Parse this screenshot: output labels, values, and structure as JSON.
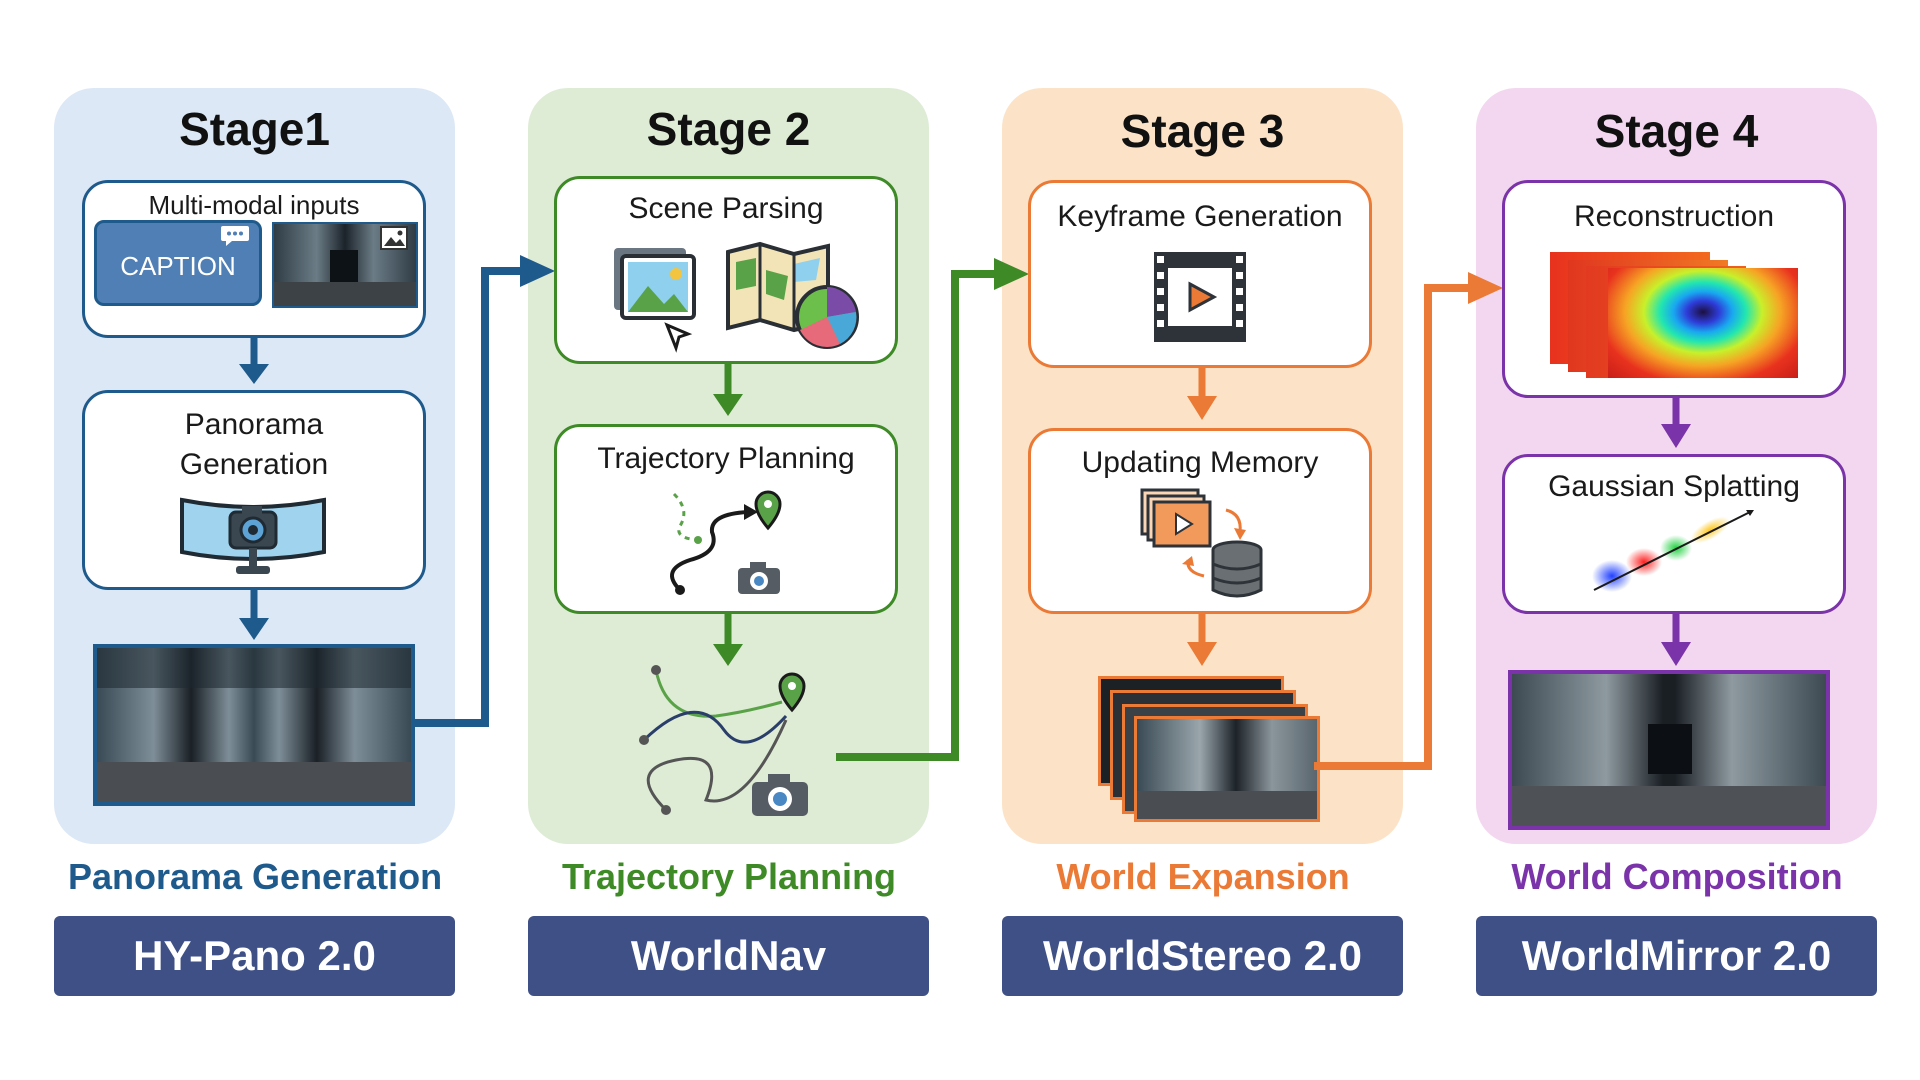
{
  "stages": [
    {
      "title": "Stage1",
      "caption": "Panorama Generation",
      "model": "HY-Pano 2.0",
      "box1_title": "Multi-modal inputs",
      "caption_chip": "CAPTION",
      "box2_title_line1": "Panorama",
      "box2_title_line2": "Generation"
    },
    {
      "title": "Stage 2",
      "caption": "Trajectory Planning",
      "model": "WorldNav",
      "box1_title": "Scene Parsing",
      "box2_title": "Trajectory Planning"
    },
    {
      "title": "Stage 3",
      "caption": "World Expansion",
      "model": "WorldStereo 2.0",
      "box1_title": "Keyframe Generation",
      "box2_title": "Updating Memory"
    },
    {
      "title": "Stage 4",
      "caption": "World Composition",
      "model": "WorldMirror 2.0",
      "box1_title": "Reconstruction",
      "box2_title": "Gaussian Splatting"
    }
  ],
  "colors": {
    "stage1_bg": "#dce8f6",
    "stage1_accent": "#1f5a8c",
    "stage2_bg": "#deecd6",
    "stage2_accent": "#3e8a27",
    "stage3_bg": "#fce3c7",
    "stage3_accent": "#ea7a35",
    "stage4_bg": "#f3d6ef",
    "stage4_accent": "#7a33a8",
    "badge": "#3e5086"
  },
  "icons": [
    "chat-icon",
    "image-icon",
    "camera-icon",
    "map-icon",
    "pie-chart-icon",
    "location-pin-icon",
    "film-play-icon",
    "database-icon",
    "cursor-icon"
  ]
}
